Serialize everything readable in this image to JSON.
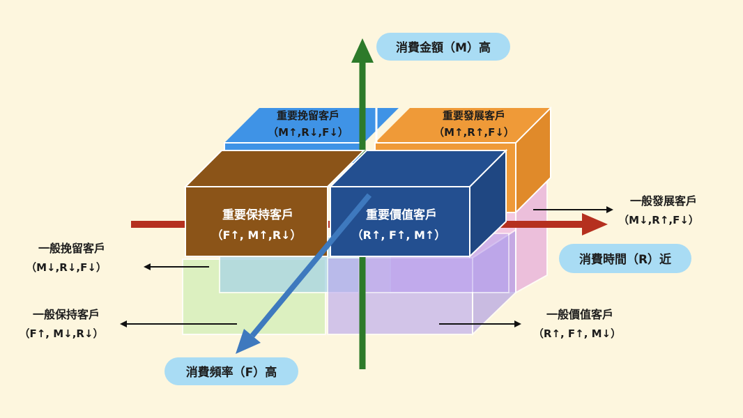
{
  "axes": {
    "m_label": "消費金額（M）高",
    "r_label": "消費時間（R）近",
    "f_label": "消費頻率（F）高"
  },
  "top_boxes": {
    "retain": {
      "title": "重要挽留客戶",
      "sub": "（M↑,R↓,F↓）"
    },
    "develop": {
      "title": "重要發展客戶",
      "sub": "（M↑,R↑,F↓）"
    }
  },
  "front_boxes": {
    "keep": {
      "title": "重要保持客戶",
      "sub": "（F↑, M↑,R↓）"
    },
    "value": {
      "title": "重要價值客戶",
      "sub": "（R↑, F↑, M↑）"
    }
  },
  "side_labels": {
    "general_develop": {
      "title": "一般發展客戶",
      "sub": "（M↓,R↑,F↓）"
    },
    "general_retain": {
      "title": "一般挽留客戶",
      "sub": "（M↓,R↓,F↓）"
    },
    "general_keep": {
      "title": "一般保持客戶",
      "sub": "（F↑, M↓,R↓）"
    },
    "general_value": {
      "title": "一般價值客戶",
      "sub": "（R↑, F↑, M↓）"
    }
  },
  "colors": {
    "background": "#fdf6de",
    "m_axis": "#2d7a2a",
    "r_axis": "#b5301f",
    "f_axis": "#3e79be",
    "retain_box": "#3f93e6",
    "develop_box": "#ef9a38",
    "keep_box": "#8b5418",
    "value_box": "#234f90",
    "general_pink": "#f0b6e4",
    "general_purple": "#b7a4ef",
    "general_green": "#d2eeb6",
    "general_blue": "#a8d4e6",
    "pill": "#a9dcf4"
  }
}
